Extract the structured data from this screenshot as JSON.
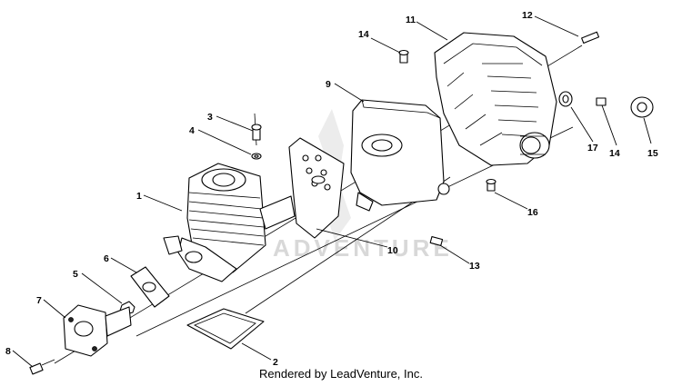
{
  "watermark": "ADVENTURE",
  "footer": "Rendered by LeadVenture, Inc.",
  "callouts": [
    "1",
    "2",
    "3",
    "4",
    "5",
    "6",
    "7",
    "8",
    "9",
    "10",
    "11",
    "12",
    "13",
    "14",
    "14",
    "15",
    "16",
    "17"
  ]
}
